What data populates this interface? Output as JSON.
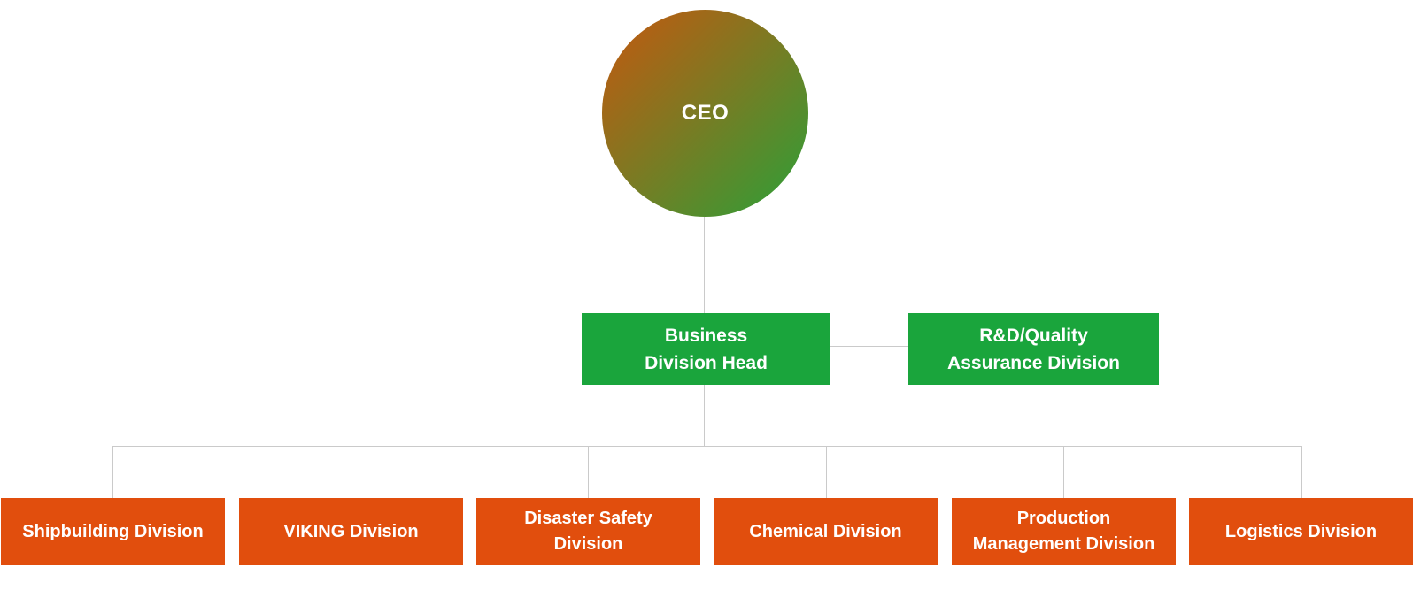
{
  "org_chart": {
    "ceo": {
      "label": "CEO"
    },
    "level2": {
      "business_head": {
        "label": "Business\nDivision Head"
      },
      "rnd_quality": {
        "label": "R&D/Quality\nAssurance Division"
      }
    },
    "divisions": [
      {
        "label": "Shipbuilding Division"
      },
      {
        "label": "VIKING Division"
      },
      {
        "label": "Disaster Safety\nDivision"
      },
      {
        "label": "Chemical Division"
      },
      {
        "label": "Production\nManagement Division"
      },
      {
        "label": "Logistics Division"
      }
    ]
  },
  "colors": {
    "node_green": "#1AA53C",
    "node_orange": "#E14E0D",
    "ceo_gradient_start": "#C6570F",
    "ceo_gradient_end": "#2BA038",
    "connector_gray": "#CACACA",
    "text_white": "#FFFFFF"
  }
}
